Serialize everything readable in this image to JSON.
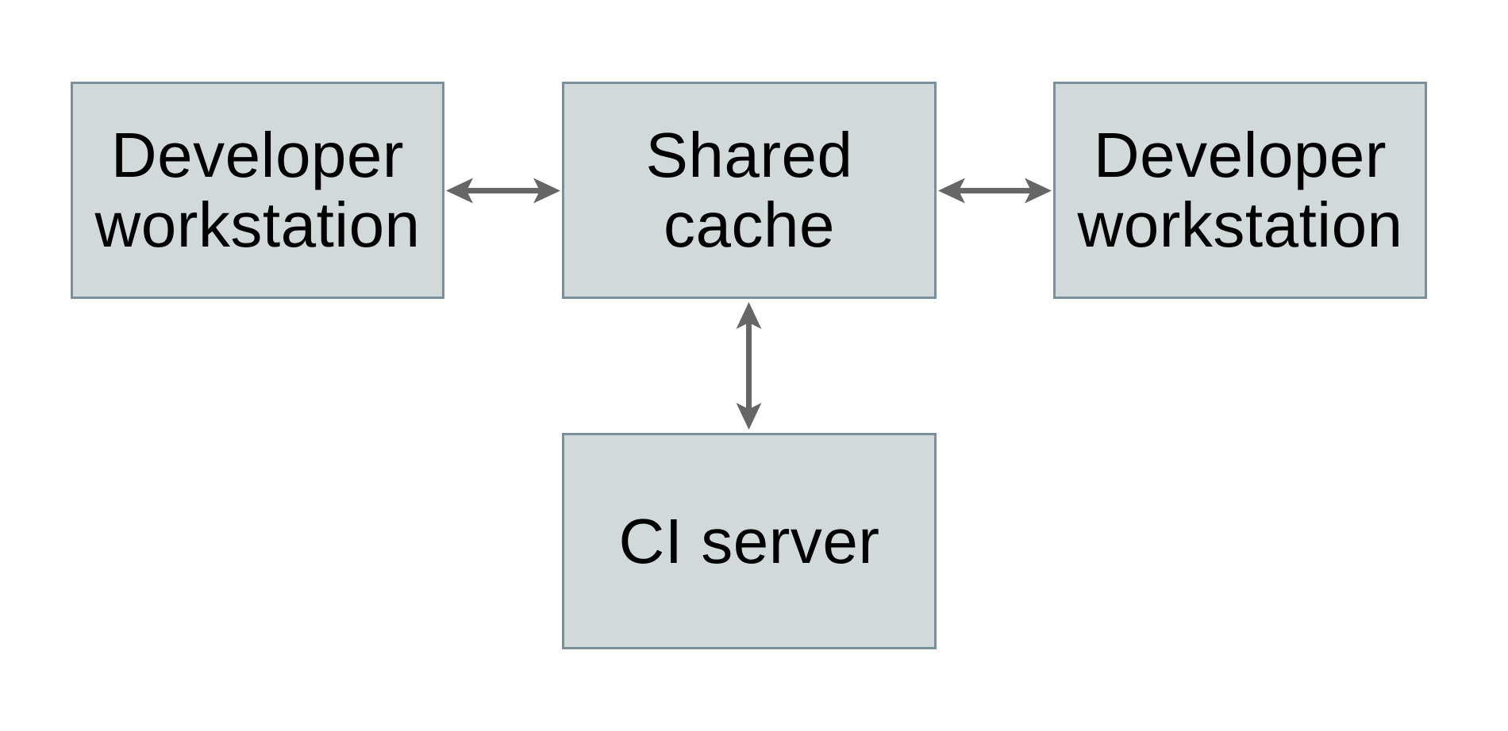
{
  "page": {
    "background": "#ffffff"
  },
  "diagram": {
    "type": "architecture-diagram",
    "colors": {
      "node_fill": "#d2d9db",
      "node_border": "#7a8f9a",
      "arrow": "#666666",
      "text": "#000000"
    },
    "nodes": [
      {
        "id": "developer-workstation-left",
        "label": "Developer\nworkstation"
      },
      {
        "id": "shared-cache",
        "label": "Shared\ncache"
      },
      {
        "id": "developer-workstation-right",
        "label": "Developer\nworkstation"
      },
      {
        "id": "ci-server",
        "label": "CI server"
      }
    ],
    "edges": [
      {
        "from": "developer-workstation-left",
        "to": "shared-cache",
        "direction": "bidirectional"
      },
      {
        "from": "shared-cache",
        "to": "developer-workstation-right",
        "direction": "bidirectional"
      },
      {
        "from": "shared-cache",
        "to": "ci-server",
        "direction": "bidirectional"
      }
    ]
  }
}
